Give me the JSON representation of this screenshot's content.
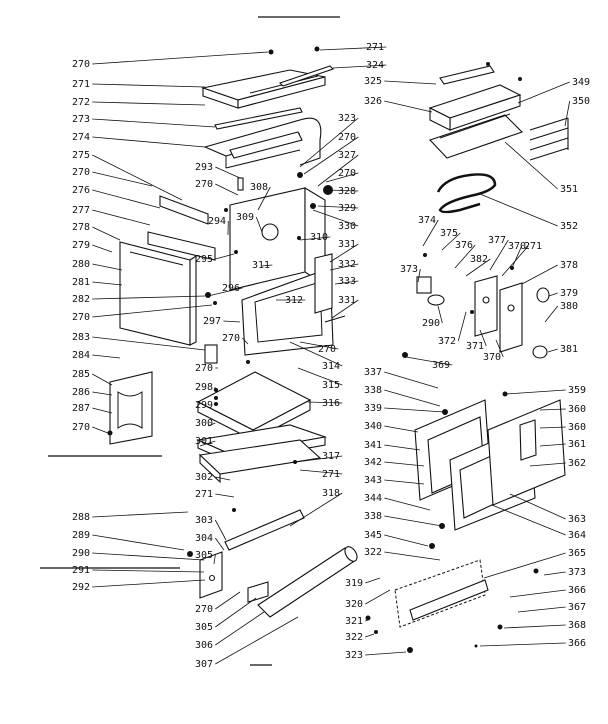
{
  "diagram": {
    "callouts": [
      {
        "id": "c0",
        "text": "270"
      },
      {
        "id": "c1",
        "text": "271"
      },
      {
        "id": "c2",
        "text": "272"
      },
      {
        "id": "c3",
        "text": "273"
      },
      {
        "id": "c4",
        "text": "274"
      },
      {
        "id": "c5",
        "text": "275"
      },
      {
        "id": "c6",
        "text": "270"
      },
      {
        "id": "c7",
        "text": "276"
      },
      {
        "id": "c8",
        "text": "277"
      },
      {
        "id": "c9",
        "text": "278"
      },
      {
        "id": "c10",
        "text": "279"
      },
      {
        "id": "c11",
        "text": "280"
      },
      {
        "id": "c12",
        "text": "281"
      },
      {
        "id": "c13",
        "text": "282"
      },
      {
        "id": "c14",
        "text": "270"
      },
      {
        "id": "c15",
        "text": "283"
      },
      {
        "id": "c16",
        "text": "284"
      },
      {
        "id": "c17",
        "text": "285"
      },
      {
        "id": "c18",
        "text": "286"
      },
      {
        "id": "c19",
        "text": "287"
      },
      {
        "id": "c20",
        "text": "270"
      },
      {
        "id": "c21",
        "text": "288"
      },
      {
        "id": "c22",
        "text": "289"
      },
      {
        "id": "c23",
        "text": "290"
      },
      {
        "id": "c24",
        "text": "291"
      },
      {
        "id": "c25",
        "text": "292"
      },
      {
        "id": "c26",
        "text": "271"
      },
      {
        "id": "c27",
        "text": "324"
      },
      {
        "id": "c28",
        "text": "323"
      },
      {
        "id": "c29",
        "text": "270"
      },
      {
        "id": "c30",
        "text": "327"
      },
      {
        "id": "c31",
        "text": "270"
      },
      {
        "id": "c32",
        "text": "328"
      },
      {
        "id": "c33",
        "text": "329"
      },
      {
        "id": "c34",
        "text": "330"
      },
      {
        "id": "c35",
        "text": "293"
      },
      {
        "id": "c36",
        "text": "270"
      },
      {
        "id": "c37",
        "text": "308"
      },
      {
        "id": "c38",
        "text": "309"
      },
      {
        "id": "c39",
        "text": "294"
      },
      {
        "id": "c40",
        "text": "310"
      },
      {
        "id": "c41",
        "text": "295"
      },
      {
        "id": "c42",
        "text": "311"
      },
      {
        "id": "c43",
        "text": "296"
      },
      {
        "id": "c44",
        "text": "312"
      },
      {
        "id": "c45",
        "text": "297"
      },
      {
        "id": "c46",
        "text": "270"
      },
      {
        "id": "c47",
        "text": "331"
      },
      {
        "id": "c48",
        "text": "332"
      },
      {
        "id": "c49",
        "text": "333"
      },
      {
        "id": "c50",
        "text": "331"
      },
      {
        "id": "c51",
        "text": "270"
      },
      {
        "id": "c52",
        "text": "314"
      },
      {
        "id": "c53",
        "text": "315"
      },
      {
        "id": "c54",
        "text": "270"
      },
      {
        "id": "c55",
        "text": "298"
      },
      {
        "id": "c56",
        "text": "299"
      },
      {
        "id": "c57",
        "text": "316"
      },
      {
        "id": "c58",
        "text": "300"
      },
      {
        "id": "c59",
        "text": "301"
      },
      {
        "id": "c60",
        "text": "317"
      },
      {
        "id": "c61",
        "text": "271"
      },
      {
        "id": "c62",
        "text": "302"
      },
      {
        "id": "c63",
        "text": "271"
      },
      {
        "id": "c64",
        "text": "318"
      },
      {
        "id": "c65",
        "text": "303"
      },
      {
        "id": "c66",
        "text": "304"
      },
      {
        "id": "c67",
        "text": "305"
      },
      {
        "id": "c68",
        "text": "270"
      },
      {
        "id": "c69",
        "text": "305"
      },
      {
        "id": "c70",
        "text": "306"
      },
      {
        "id": "c71",
        "text": "307"
      },
      {
        "id": "c72",
        "text": "325"
      },
      {
        "id": "c73",
        "text": "326"
      },
      {
        "id": "c74",
        "text": "349"
      },
      {
        "id": "c75",
        "text": "350"
      },
      {
        "id": "c76",
        "text": "351"
      },
      {
        "id": "c77",
        "text": "352"
      },
      {
        "id": "c78",
        "text": "374"
      },
      {
        "id": "c79",
        "text": "375"
      },
      {
        "id": "c80",
        "text": "376"
      },
      {
        "id": "c81",
        "text": "382"
      },
      {
        "id": "c82",
        "text": "377"
      },
      {
        "id": "c83",
        "text": "370"
      },
      {
        "id": "c84",
        "text": "271"
      },
      {
        "id": "c85",
        "text": "378"
      },
      {
        "id": "c86",
        "text": "373"
      },
      {
        "id": "c87",
        "text": "379"
      },
      {
        "id": "c88",
        "text": "290"
      },
      {
        "id": "c89",
        "text": "380"
      },
      {
        "id": "c90",
        "text": "372"
      },
      {
        "id": "c91",
        "text": "371"
      },
      {
        "id": "c92",
        "text": "370"
      },
      {
        "id": "c93",
        "text": "381"
      },
      {
        "id": "c94",
        "text": "369"
      },
      {
        "id": "c95",
        "text": "337"
      },
      {
        "id": "c96",
        "text": "338"
      },
      {
        "id": "c97",
        "text": "339"
      },
      {
        "id": "c98",
        "text": "340"
      },
      {
        "id": "c99",
        "text": "341"
      },
      {
        "id": "c100",
        "text": "342"
      },
      {
        "id": "c101",
        "text": "343"
      },
      {
        "id": "c102",
        "text": "344"
      },
      {
        "id": "c103",
        "text": "338"
      },
      {
        "id": "c104",
        "text": "345"
      },
      {
        "id": "c105",
        "text": "322"
      },
      {
        "id": "c106",
        "text": "359"
      },
      {
        "id": "c107",
        "text": "360"
      },
      {
        "id": "c108",
        "text": "360"
      },
      {
        "id": "c109",
        "text": "361"
      },
      {
        "id": "c110",
        "text": "362"
      },
      {
        "id": "c111",
        "text": "363"
      },
      {
        "id": "c112",
        "text": "364"
      },
      {
        "id": "c113",
        "text": "365"
      },
      {
        "id": "c114",
        "text": "319"
      },
      {
        "id": "c115",
        "text": "320"
      },
      {
        "id": "c116",
        "text": "321"
      },
      {
        "id": "c117",
        "text": "322"
      },
      {
        "id": "c118",
        "text": "323"
      },
      {
        "id": "c119",
        "text": "373"
      },
      {
        "id": "c120",
        "text": "366"
      },
      {
        "id": "c121",
        "text": "367"
      },
      {
        "id": "c122",
        "text": "368"
      },
      {
        "id": "c123",
        "text": "366"
      }
    ]
  }
}
